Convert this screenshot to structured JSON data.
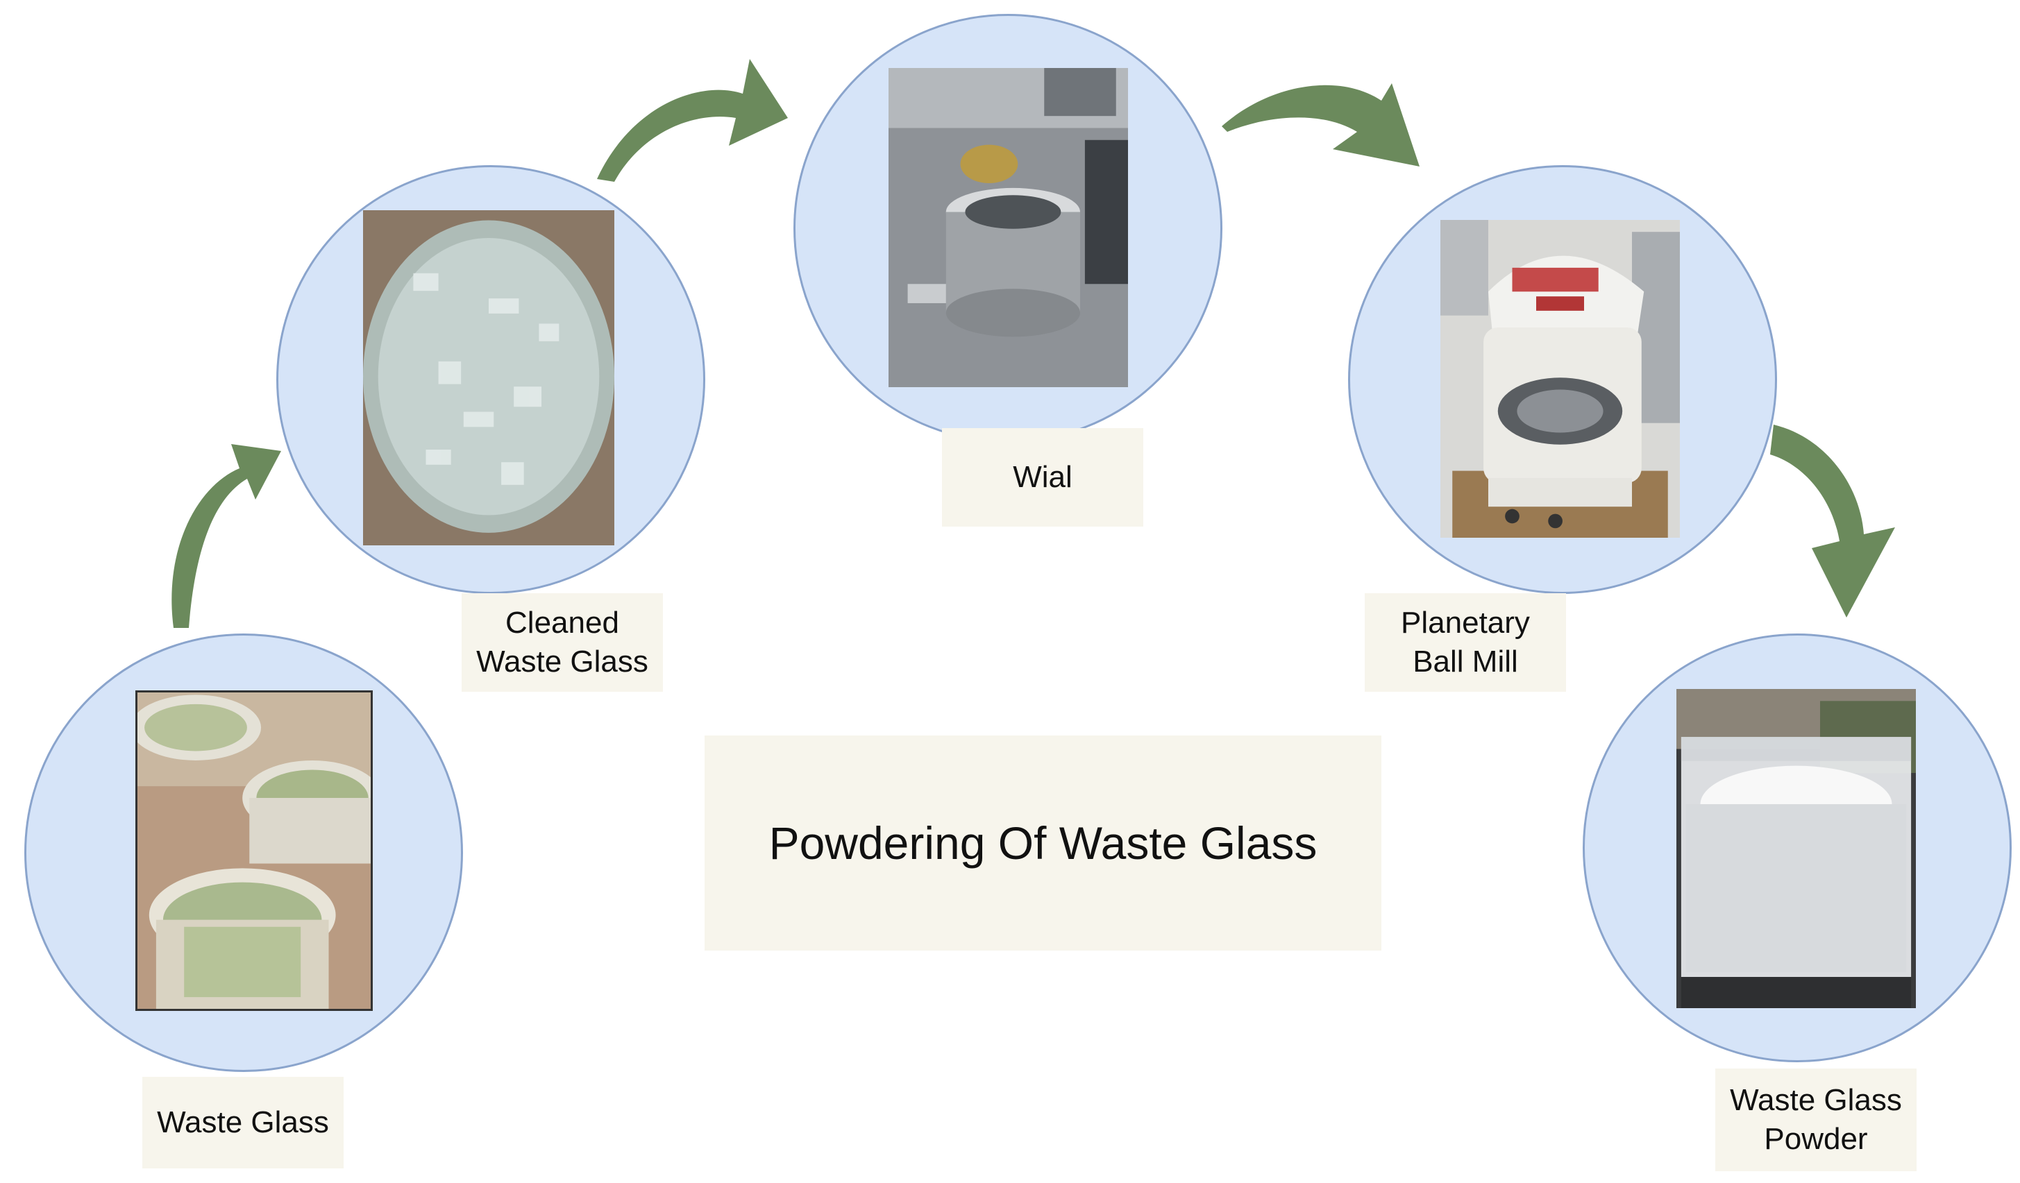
{
  "title": "Powdering Of Waste Glass",
  "colors": {
    "circle_fill": "#d6e4f8",
    "circle_stroke": "#8aa4cc",
    "label_bg": "#f7f5ec",
    "arrow": "#6b8a5c"
  },
  "steps": [
    {
      "label": "Waste Glass",
      "icon": "buckets-of-glass-photo"
    },
    {
      "label": "Cleaned\nWaste Glass",
      "icon": "glass-cullet-photo"
    },
    {
      "label": "Wial",
      "icon": "grinding-vial-photo"
    },
    {
      "label": "Planetary\nBall Mill",
      "icon": "ball-mill-machine-photo"
    },
    {
      "label": "Waste Glass\nPowder",
      "icon": "glass-powder-container-photo"
    }
  ]
}
